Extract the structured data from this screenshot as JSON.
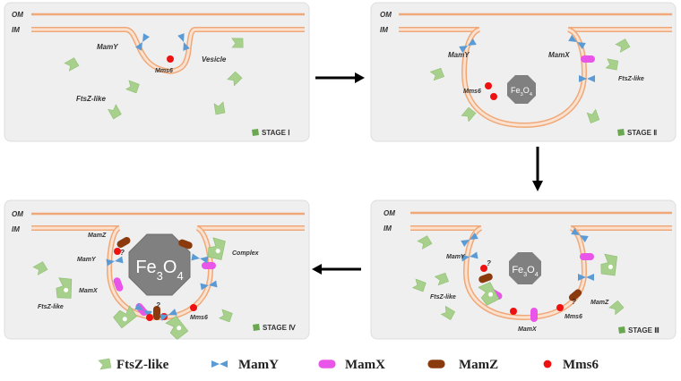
{
  "colors": {
    "panel": "#efefef",
    "membrane": "#f0a878",
    "ftsz": "#a8d08d",
    "mamy": "#5b9bd5",
    "mamx": "#e855e8",
    "mamz": "#8b3a0e",
    "mms6": "#ee1111",
    "magnetite": "#808080"
  },
  "panels": [
    {
      "om": "OM",
      "im": "IM",
      "stage": "STAGE Ⅰ",
      "labels": {
        "mamy": "MamY",
        "mms6": "Mms6",
        "vesicle": "Vesicle",
        "ftsz": "FtsZ-like"
      }
    },
    {
      "om": "OM",
      "im": "IM",
      "stage": "STAGE Ⅱ",
      "crystal": "Fe3O4",
      "labels": {
        "mamy": "MamY",
        "mamx": "MamX",
        "ftsz": "FtsZ-like",
        "mms6": "Mms6"
      }
    },
    {
      "om": "OM",
      "im": "IM",
      "stage": "STAGE Ⅲ",
      "crystal": "Fe3O4",
      "labels": {
        "mamy": "MamY",
        "ftsz": "FtsZ-like",
        "mamz": "MamZ",
        "mms6": "Mms6",
        "mamx": "MamX",
        "q1": "?",
        "q2": "?"
      }
    },
    {
      "om": "OM",
      "im": "IM",
      "stage": "STAGE Ⅳ",
      "crystal": "Fe3O4",
      "labels": {
        "mamz": "MamZ",
        "mamy": "MamY",
        "complex": "Complex",
        "mamx": "MamX",
        "ftsz": "FtsZ-like",
        "mms6": "Mms6",
        "q1": "?",
        "q2": "?"
      }
    }
  ],
  "legend": [
    {
      "icon": "ftsz-icon",
      "label": "FtsZ-like"
    },
    {
      "icon": "mamy-icon",
      "label": "MamY"
    },
    {
      "icon": "mamx-icon",
      "label": "MamX"
    },
    {
      "icon": "mamz-icon",
      "label": "MamZ"
    },
    {
      "icon": "mms6-icon",
      "label": "Mms6"
    }
  ]
}
